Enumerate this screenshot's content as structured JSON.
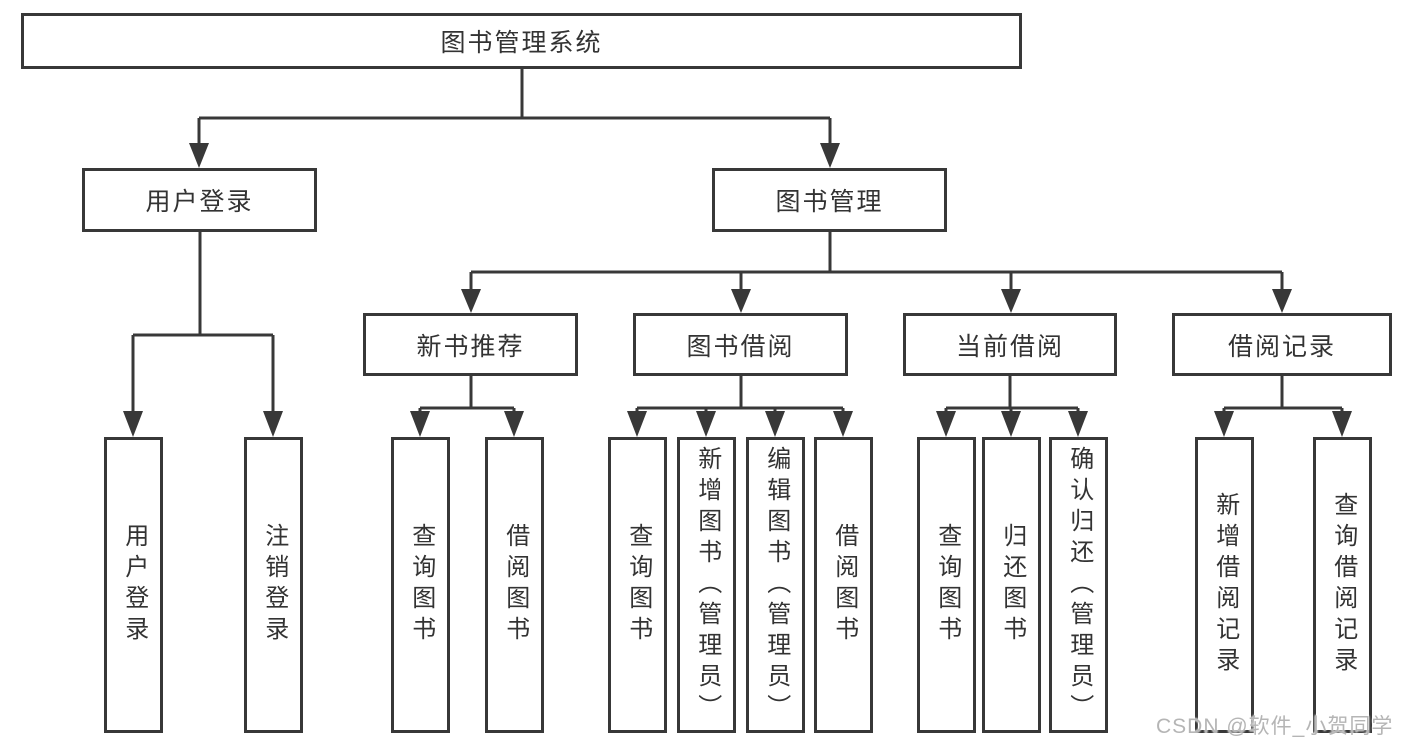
{
  "tree": {
    "label": "图书管理系统",
    "children": [
      {
        "label": "用户登录",
        "children": [
          {
            "label": "用户登录"
          },
          {
            "label": "注销登录"
          }
        ]
      },
      {
        "label": "图书管理",
        "children": [
          {
            "label": "新书推荐",
            "children": [
              {
                "label": "查询图书"
              },
              {
                "label": "借阅图书"
              }
            ]
          },
          {
            "label": "图书借阅",
            "children": [
              {
                "label": "查询图书"
              },
              {
                "label": "新增图书（管理员）"
              },
              {
                "label": "编辑图书（管理员）"
              },
              {
                "label": "借阅图书"
              }
            ]
          },
          {
            "label": "当前借阅",
            "children": [
              {
                "label": "查询图书"
              },
              {
                "label": "归还图书"
              },
              {
                "label": "确认归还（管理员）"
              }
            ]
          },
          {
            "label": "借阅记录",
            "children": [
              {
                "label": "新增借阅记录"
              },
              {
                "label": "查询借阅记录"
              }
            ]
          }
        ]
      }
    ]
  },
  "watermark": {
    "text": "CSDN @软件_小贺同学"
  },
  "colors": {
    "background": "#ffffff",
    "line": "#383838",
    "text": "#333333",
    "watermark": "#b5b5b5"
  }
}
